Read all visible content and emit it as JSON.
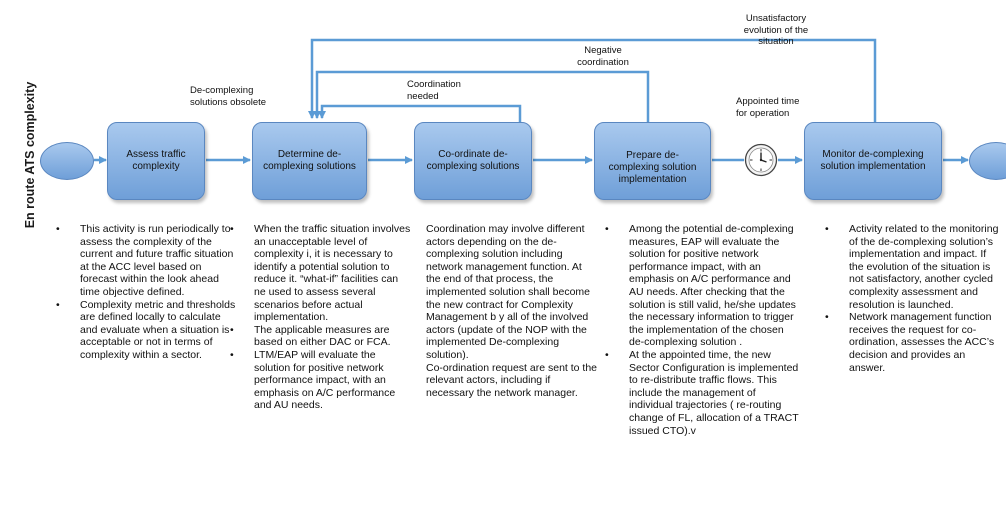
{
  "lane_label": "En route ATS complexity",
  "boxes": {
    "assess": "Assess traffic complexity",
    "determine": "Determine de-complexing solutions",
    "coordinate": "Co-ordinate de-complexing solutions",
    "prepare": "Prepare  de-complexing solution implementation",
    "monitor": "Monitor de-complexing solution implementation"
  },
  "flow_labels": {
    "obsolete": "De-complexing solutions obsolete",
    "coordination_needed": "Coordination needed",
    "negative": "Negative coordination",
    "unsatisfactory": "Unsatisfactory evolution of the situation",
    "appointed_time": "Appointed time for operation"
  },
  "col1": [
    "This activity is run periodically to assess the complexity of the current and future traffic situation at the ACC level based on forecast within the look ahead time objective defined.",
    "Complexity metric and thresholds are defined locally to calculate and evaluate when a situation is acceptable or not in terms of complexity within a sector."
  ],
  "col2": [
    "When the traffic situation involves an unacceptable level of complexity i, it is necessary to identify a potential solution to reduce it. “what-if” facilities can ne used to assess several scenarios before actual implementation.",
    "The applicable measures are based on either DAC or FCA.",
    "LTM/EAP will evaluate the solution for positive network performance impact, with an emphasis on A/C performance and AU needs."
  ],
  "col3": {
    "para1": "Coordination may involve different actors depending on the de-complexing solution including network management function. At the end of that process, the implemented solution shall become the new contract for Complexity Management b y all of the involved actors (update of the NOP with the implemented De-complexing solution).",
    "para2": "Co-ordination request are sent to the relevant actors, including if necessary the network manager."
  },
  "col4": [
    "Among the potential de-complexing measures, EAP will evaluate the solution for positive network performance impact, with an emphasis on A/C performance  and AU needs. After checking that the solution is still valid, he/she updates the necessary  information to trigger the implementation of the chosen de-complexing solution .",
    "At the appointed time, the new Sector Configuration is implemented to re-distribute traffic flows. This include the management of individual trajectories ( re-routing change of FL, allocation of a TRACT issued CTO).v"
  ],
  "col5": [
    "Activity related to the monitoring of the de-complexing solution’s implementation and impact. If the evolution of the situation is not satisfactory, another cycled complexity assessment and resolution is launched.",
    "Network management function receives the request for co-ordination, assesses the ACC’s decision and provides an answer."
  ],
  "bullet": "•",
  "colors": {
    "line": "#5b9bd5",
    "box_top": "#a9c9ee",
    "box_bottom": "#6f9fd8"
  },
  "icons": {
    "timer": "clock-icon"
  }
}
